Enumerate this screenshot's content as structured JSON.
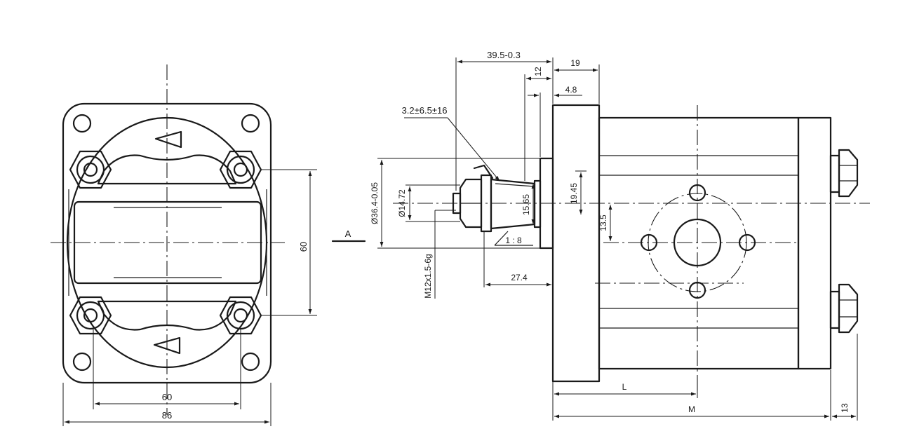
{
  "front_view": {
    "width_60": "60",
    "width_86": "86",
    "height_60": "60"
  },
  "side_view": {
    "dim_39_5": "39.5-0.3",
    "dim_12": "12",
    "dim_19": "19",
    "dim_4_8": "4.8",
    "taper": "3.2±6.5±16",
    "dia_36": "Ø36.4-0.05",
    "dia_14": "Ø14.72",
    "dim_15": "15.65",
    "dim_9_45": "19.45",
    "dim_13_5": "13.5",
    "taper_ratio": "1 : 8",
    "thread": "M12x1.5-6g",
    "dim_27_4": "27.4",
    "view_label": "A",
    "dim_L": "L",
    "dim_M": "M",
    "dim_13": "13"
  }
}
